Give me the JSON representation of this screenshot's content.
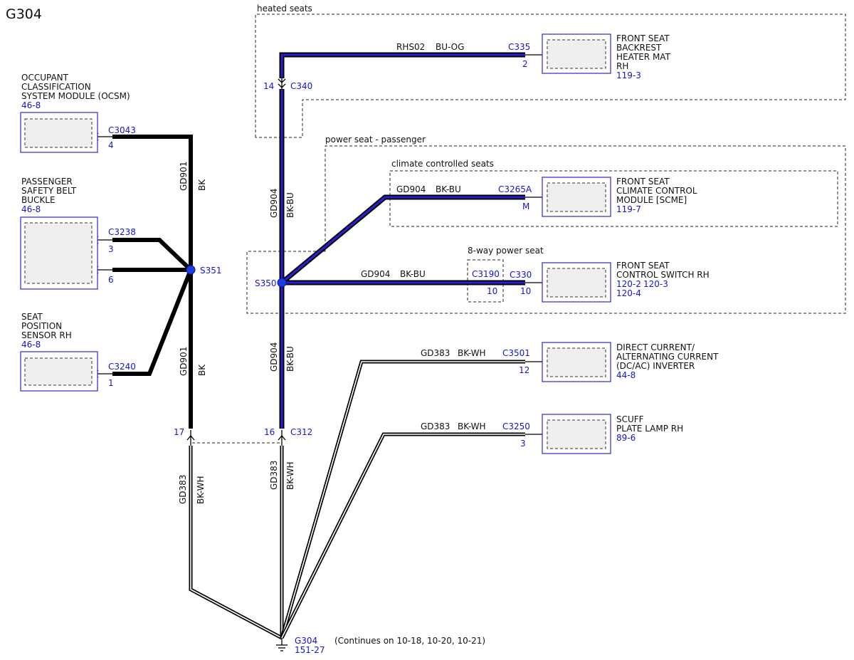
{
  "page_title": "G304",
  "colors": {
    "component_border": "#2a2ad0",
    "ref_text": "#1515d0",
    "bk_bu_wire": "#2b1fd6"
  },
  "zones": {
    "heated_seats": "heated seats",
    "power_seat_passenger": "power seat - passenger",
    "climate_controlled_seats": "climate controlled seats",
    "eight_way_power_seat": "8-way power seat"
  },
  "components": {
    "ocsm": {
      "lines": [
        "OCCUPANT",
        "CLASSIFICATION",
        "SYSTEM MODULE (OCSM)"
      ],
      "ref": "46-8",
      "connector": "C3043",
      "pin": "4"
    },
    "belt_buckle": {
      "lines": [
        "PASSENGER",
        "SAFETY BELT",
        "BUCKLE"
      ],
      "ref": "46-8",
      "connector": "C3238",
      "pin_a": "3",
      "pin_b": "6"
    },
    "seat_position": {
      "lines": [
        "SEAT",
        "POSITION",
        "SENSOR RH"
      ],
      "ref": "46-8",
      "connector": "C3240",
      "pin": "1"
    },
    "backrest_heater": {
      "lines": [
        "FRONT SEAT",
        "BACKREST",
        "HEATER MAT",
        "RH"
      ],
      "ref": "119-3",
      "connector": "C335",
      "pin": "2"
    },
    "scme": {
      "lines": [
        "FRONT SEAT",
        "CLIMATE CONTROL",
        "MODULE [SCME]"
      ],
      "ref": "119-7",
      "connector": "C3265A",
      "pin": "M"
    },
    "control_switch": {
      "lines": [
        "FRONT SEAT",
        "CONTROL SWITCH RH"
      ],
      "ref_a": "120-2",
      "ref_b": "120-3",
      "ref_c": "120-4",
      "connector": "C330",
      "pin": "10"
    },
    "inverter": {
      "lines": [
        "DIRECT CURRENT/",
        "ALTERNATING CURRENT",
        "(DC/AC) INVERTER"
      ],
      "ref": "44-8",
      "connector": "C3501",
      "pin": "12"
    },
    "scuff_lamp": {
      "lines": [
        "SCUFF",
        "PLATE LAMP RH"
      ],
      "ref": "89-6",
      "connector": "C3250",
      "pin": "3"
    }
  },
  "wires": {
    "gd901": {
      "circuit": "GD901",
      "color": "BK"
    },
    "gd904": {
      "circuit": "GD904",
      "color": "BK-BU"
    },
    "rhs02": {
      "circuit": "RHS02",
      "color": "BU-OG"
    },
    "gd383": {
      "circuit": "GD383",
      "color": "BK-WH"
    }
  },
  "splices": {
    "s351": "S351",
    "s350": "S350"
  },
  "inline_connectors": {
    "c340": {
      "name": "C340",
      "pin": "14"
    },
    "c312": {
      "name": "C312",
      "pin_a": "17",
      "pin_b": "16"
    },
    "c3190": {
      "name": "C3190",
      "pin": "10"
    }
  },
  "ground": {
    "name": "G304",
    "ref": "151-27",
    "note": "(Continues on 10-18, 10-20, 10-21)"
  }
}
